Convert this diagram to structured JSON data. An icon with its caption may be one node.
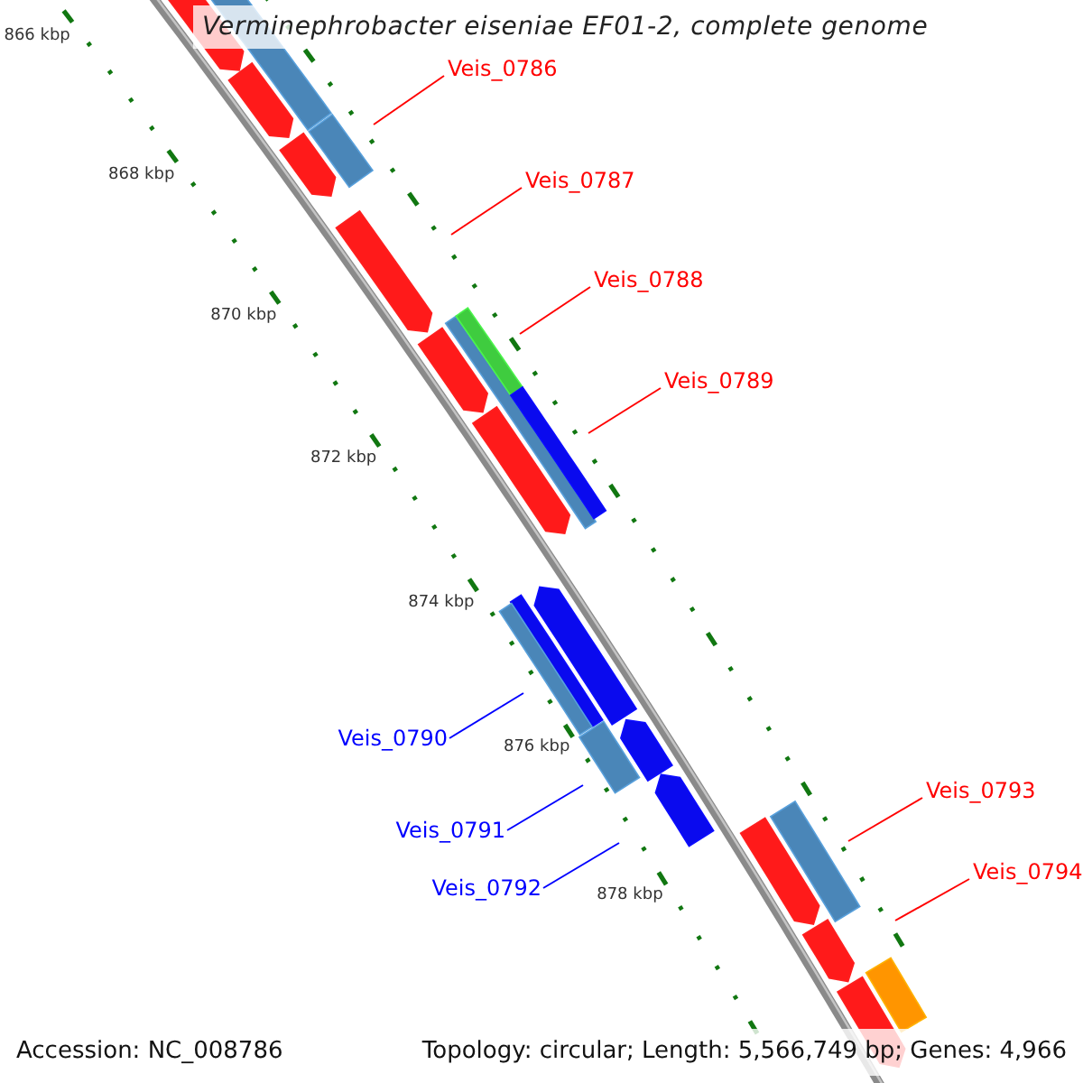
{
  "diagram": {
    "title": "Verminephrobacter eiseniae EF01-2, complete genome",
    "nodes": [
      {
        "text": [
          "Veis_0786"
        ]
      },
      {
        "text": [
          "Veis_0787"
        ]
      },
      {
        "text": [
          "Veis_0788"
        ]
      },
      {
        "text": [
          "Veis_0789"
        ]
      },
      {
        "text": [
          "Veis_0790"
        ]
      },
      {
        "text": [
          "Veis_0791"
        ]
      },
      {
        "text": [
          "Veis_0792"
        ]
      },
      {
        "text": [
          "Veis_0793"
        ]
      },
      {
        "text": [
          "Veis_0794"
        ]
      }
    ],
    "edges": [
      {
        "from": 0,
        "to": null,
        "arrow": "none"
      },
      {
        "from": 1,
        "to": null,
        "arrow": "none"
      },
      {
        "from": 2,
        "to": null,
        "arrow": "none"
      },
      {
        "from": 3,
        "to": null,
        "arrow": "none"
      },
      {
        "from": 4,
        "to": null,
        "arrow": "none",
        "color": "#0000ff"
      },
      {
        "from": 5,
        "to": null,
        "arrow": "none",
        "color": "#0000ff"
      },
      {
        "from": 6,
        "to": null,
        "arrow": "none",
        "color": "#0000ff"
      },
      {
        "from": 7,
        "to": null,
        "arrow": "none"
      },
      {
        "from": 8,
        "to": null,
        "arrow": "none"
      }
    ],
    "labels": [
      "866 kbp",
      "868 kbp",
      "870 kbp",
      "872 kbp",
      "874 kbp",
      "876 kbp",
      "878 kbp",
      "Accession: NC_008786",
      "Topology: circular; Length: 5,566,749 bp; Genes: 4,966"
    ]
  }
}
